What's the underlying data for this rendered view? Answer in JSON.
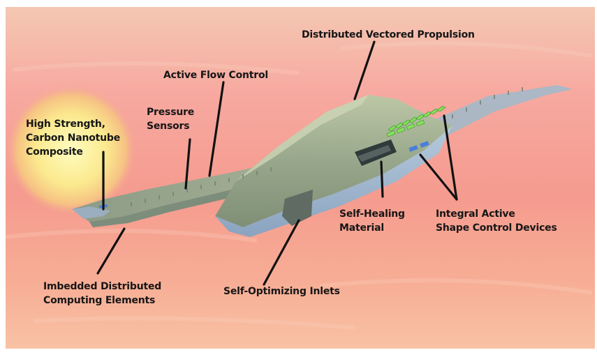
{
  "labels": {
    "high_strength": [
      "High Strength,",
      "Carbon Nanotube",
      "Composite"
    ],
    "pressure_sensors": [
      "Pressure",
      "Sensors"
    ],
    "active_flow_control": "Active Flow Control",
    "distributed_vectored_propulsion": "Distributed Vectored Propulsion",
    "self_healing_material": [
      "Self-Healing",
      "Material"
    ],
    "integral_active_shape_control": [
      "Integral Active",
      "Shape Control Devices"
    ],
    "imbedded_distributed_computing": [
      "Imbedded Distributed",
      "Computing Elements"
    ],
    "self_optimizing_inlets": "Self-Optimizing Inlets"
  },
  "colors": {
    "sky_top": "#f6c0a8",
    "sky_mid": "#f59a8e",
    "sky_bottom": "#f8c0a4",
    "sun_glow": "#fdfbb0",
    "fuselage": "#9aa98c",
    "underside": "#9fb5cc",
    "green_louvers": "#7ed957"
  }
}
